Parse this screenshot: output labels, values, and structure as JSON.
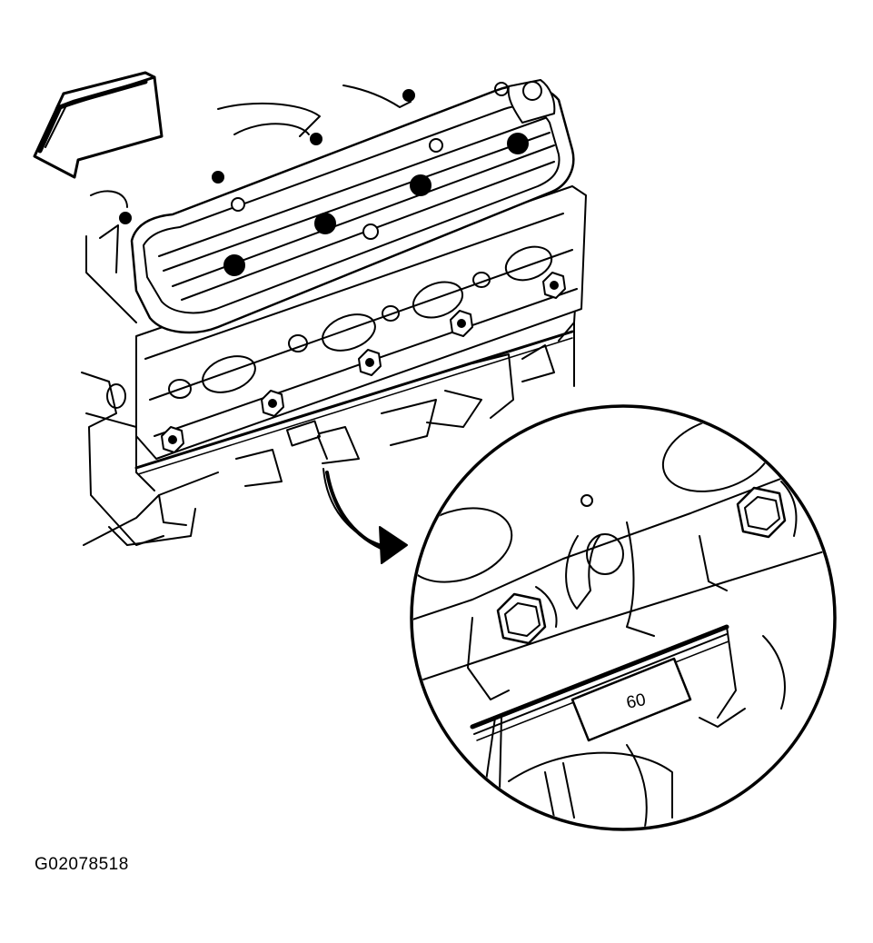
{
  "figure": {
    "id": "G02078518",
    "callout_label": "60",
    "engine_tag_label": "60"
  },
  "icons": {
    "direction_arrow": "front-direction-arrow-icon",
    "leader_arrow": "detail-callout-arrow-icon"
  },
  "colors": {
    "ink": "#000000",
    "paper": "#ffffff"
  }
}
